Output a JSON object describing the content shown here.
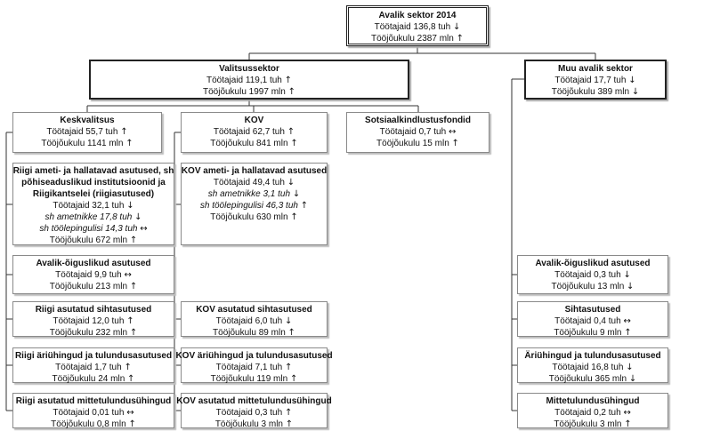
{
  "nodes": [
    {
      "id": "n-root",
      "title": [
        "Avalik sektor 2014"
      ],
      "lines": [
        {
          "text": "Töötajaid 136,8 tuh",
          "arrow": "↓"
        },
        {
          "text": "Tööjõukulu 2387 mln",
          "arrow": "↑"
        }
      ]
    },
    {
      "id": "n-valitsus",
      "title": [
        "Valitsussektor"
      ],
      "lines": [
        {
          "text": "Töötajaid 119,1 tuh",
          "arrow": "↑"
        },
        {
          "text": "Tööjõukulu 1997 mln",
          "arrow": "↑"
        }
      ]
    },
    {
      "id": "n-muu",
      "title": [
        "Muu avalik sektor"
      ],
      "lines": [
        {
          "text": "Töötajaid 17,7 tuh",
          "arrow": "↓"
        },
        {
          "text": "Tööjõukulu 389 mln",
          "arrow": "↓"
        }
      ]
    },
    {
      "id": "n-kesk",
      "title": [
        "Keskvalitsus"
      ],
      "lines": [
        {
          "text": "Töötajaid 55,7 tuh",
          "arrow": "↑"
        },
        {
          "text": "Tööjõukulu 1141 mln",
          "arrow": "↑"
        }
      ]
    },
    {
      "id": "n-kov",
      "title": [
        "KOV"
      ],
      "lines": [
        {
          "text": "Töötajaid 62,7 tuh",
          "arrow": "↑"
        },
        {
          "text": "Tööjõukulu 841 mln",
          "arrow": "↑"
        }
      ]
    },
    {
      "id": "n-sots",
      "title": [
        "Sotsiaalkindlustusfondid"
      ],
      "lines": [
        {
          "text": "Töötajaid 0,7 tuh",
          "arrow": "↔"
        },
        {
          "text": "Tööjõukulu 15 mln",
          "arrow": "↑"
        }
      ]
    },
    {
      "id": "n-riigi-amet",
      "title": [
        "Riigi ameti- ja hallatavad asutused, sh",
        "põhiseaduslikud institutsioonid ja",
        "Riigikantselei (riigiasutused)"
      ],
      "lines": [
        {
          "text": "Töötajaid 32,1 tuh",
          "arrow": "↓"
        },
        {
          "text": "sh ametnikke 17,8 tuh",
          "arrow": "↓",
          "italic": true
        },
        {
          "text": "sh töölepingulisi 14,3 tuh",
          "arrow": "↔",
          "italic": true
        },
        {
          "text": "Tööjõukulu 672 mln",
          "arrow": "↑"
        }
      ]
    },
    {
      "id": "n-kov-amet",
      "title": [
        "KOV ameti- ja hallatavad asutused"
      ],
      "lines": [
        {
          "text": "Töötajaid 49,4 tuh",
          "arrow": "↓"
        },
        {
          "text": "sh ametnikke 3,1 tuh",
          "arrow": "↓",
          "italic": true
        },
        {
          "text": "sh töölepingulisi 46,3 tuh",
          "arrow": "↑",
          "italic": true
        },
        {
          "text": "Tööjõukulu 630 mln",
          "arrow": "↑"
        }
      ]
    },
    {
      "id": "n-riigi-avalik",
      "title": [
        "Avalik-õiguslikud asutused"
      ],
      "lines": [
        {
          "text": "Töötajaid 9,9 tuh",
          "arrow": "↔"
        },
        {
          "text": "Tööjõukulu 213 mln",
          "arrow": "↑"
        }
      ]
    },
    {
      "id": "n-riigi-siht",
      "title": [
        "Riigi asutatud sihtasutused"
      ],
      "lines": [
        {
          "text": "Töötajaid 12,0 tuh",
          "arrow": "↑"
        },
        {
          "text": "Tööjõukulu 232 mln",
          "arrow": "↑"
        }
      ]
    },
    {
      "id": "n-riigi-ari",
      "title": [
        "Riigi äriühingud ja tulundusasutused"
      ],
      "lines": [
        {
          "text": "Töötajaid 1,7 tuh",
          "arrow": "↑"
        },
        {
          "text": "Tööjõukulu 24 mln",
          "arrow": "↑"
        }
      ]
    },
    {
      "id": "n-riigi-mtu",
      "title": [
        "Riigi asutatud mittetulundusühingud"
      ],
      "lines": [
        {
          "text": "Töötajaid 0,01 tuh",
          "arrow": "↔"
        },
        {
          "text": "Tööjõukulu 0,8 mln",
          "arrow": "↑"
        }
      ]
    },
    {
      "id": "n-kov-siht",
      "title": [
        "KOV asutatud sihtasutused"
      ],
      "lines": [
        {
          "text": "Töötajaid 6,0 tuh",
          "arrow": "↓"
        },
        {
          "text": "Tööjõukulu 89 mln",
          "arrow": "↑"
        }
      ]
    },
    {
      "id": "n-kov-ari",
      "title": [
        "KOV äriühingud ja tulundusasutused"
      ],
      "lines": [
        {
          "text": "Töötajaid 7,1 tuh",
          "arrow": "↑"
        },
        {
          "text": "Tööjõukulu 119 mln",
          "arrow": "↑"
        }
      ]
    },
    {
      "id": "n-kov-mtu",
      "title": [
        "KOV asutatud mittetulundusühingud"
      ],
      "lines": [
        {
          "text": "Töötajaid 0,3 tuh",
          "arrow": "↑"
        },
        {
          "text": "Tööjõukulu 3 mln",
          "arrow": "↑"
        }
      ]
    },
    {
      "id": "n-muu-avalik",
      "title": [
        "Avalik-õiguslikud asutused"
      ],
      "lines": [
        {
          "text": "Töötajaid 0,3 tuh",
          "arrow": "↓"
        },
        {
          "text": "Tööjõukulu 13 mln",
          "arrow": "↓"
        }
      ]
    },
    {
      "id": "n-muu-siht",
      "title": [
        "Sihtasutused"
      ],
      "lines": [
        {
          "text": "Töötajaid 0,4 tuh",
          "arrow": "↔"
        },
        {
          "text": "Tööjõukulu 9 mln",
          "arrow": "↑"
        }
      ]
    },
    {
      "id": "n-muu-ari",
      "title": [
        "Äriühingud ja tulundusasutused"
      ],
      "lines": [
        {
          "text": "Töötajaid 16,8 tuh",
          "arrow": "↓"
        },
        {
          "text": "Tööjõukulu 365 mln",
          "arrow": "↓"
        }
      ]
    },
    {
      "id": "n-muu-mtu",
      "title": [
        "Mittetulundusühingud"
      ],
      "lines": [
        {
          "text": "Töötajaid 0,2 tuh",
          "arrow": "↔"
        },
        {
          "text": "Tööjõukulu 3 mln",
          "arrow": "↑"
        }
      ]
    }
  ],
  "edges": [
    [
      "n-root",
      "n-valitsus"
    ],
    [
      "n-root",
      "n-muu"
    ],
    [
      "n-valitsus",
      "n-kesk"
    ],
    [
      "n-valitsus",
      "n-kov"
    ],
    [
      "n-valitsus",
      "n-sots"
    ],
    [
      "n-kesk",
      "n-riigi-amet"
    ],
    [
      "n-kesk",
      "n-riigi-avalik"
    ],
    [
      "n-kesk",
      "n-riigi-siht"
    ],
    [
      "n-kesk",
      "n-riigi-ari"
    ],
    [
      "n-kesk",
      "n-riigi-mtu"
    ],
    [
      "n-kov",
      "n-kov-amet"
    ],
    [
      "n-kov",
      "n-kov-siht"
    ],
    [
      "n-kov",
      "n-kov-ari"
    ],
    [
      "n-kov",
      "n-kov-mtu"
    ],
    [
      "n-muu",
      "n-muu-avalik"
    ],
    [
      "n-muu",
      "n-muu-siht"
    ],
    [
      "n-muu",
      "n-muu-ari"
    ],
    [
      "n-muu",
      "n-muu-mtu"
    ]
  ]
}
